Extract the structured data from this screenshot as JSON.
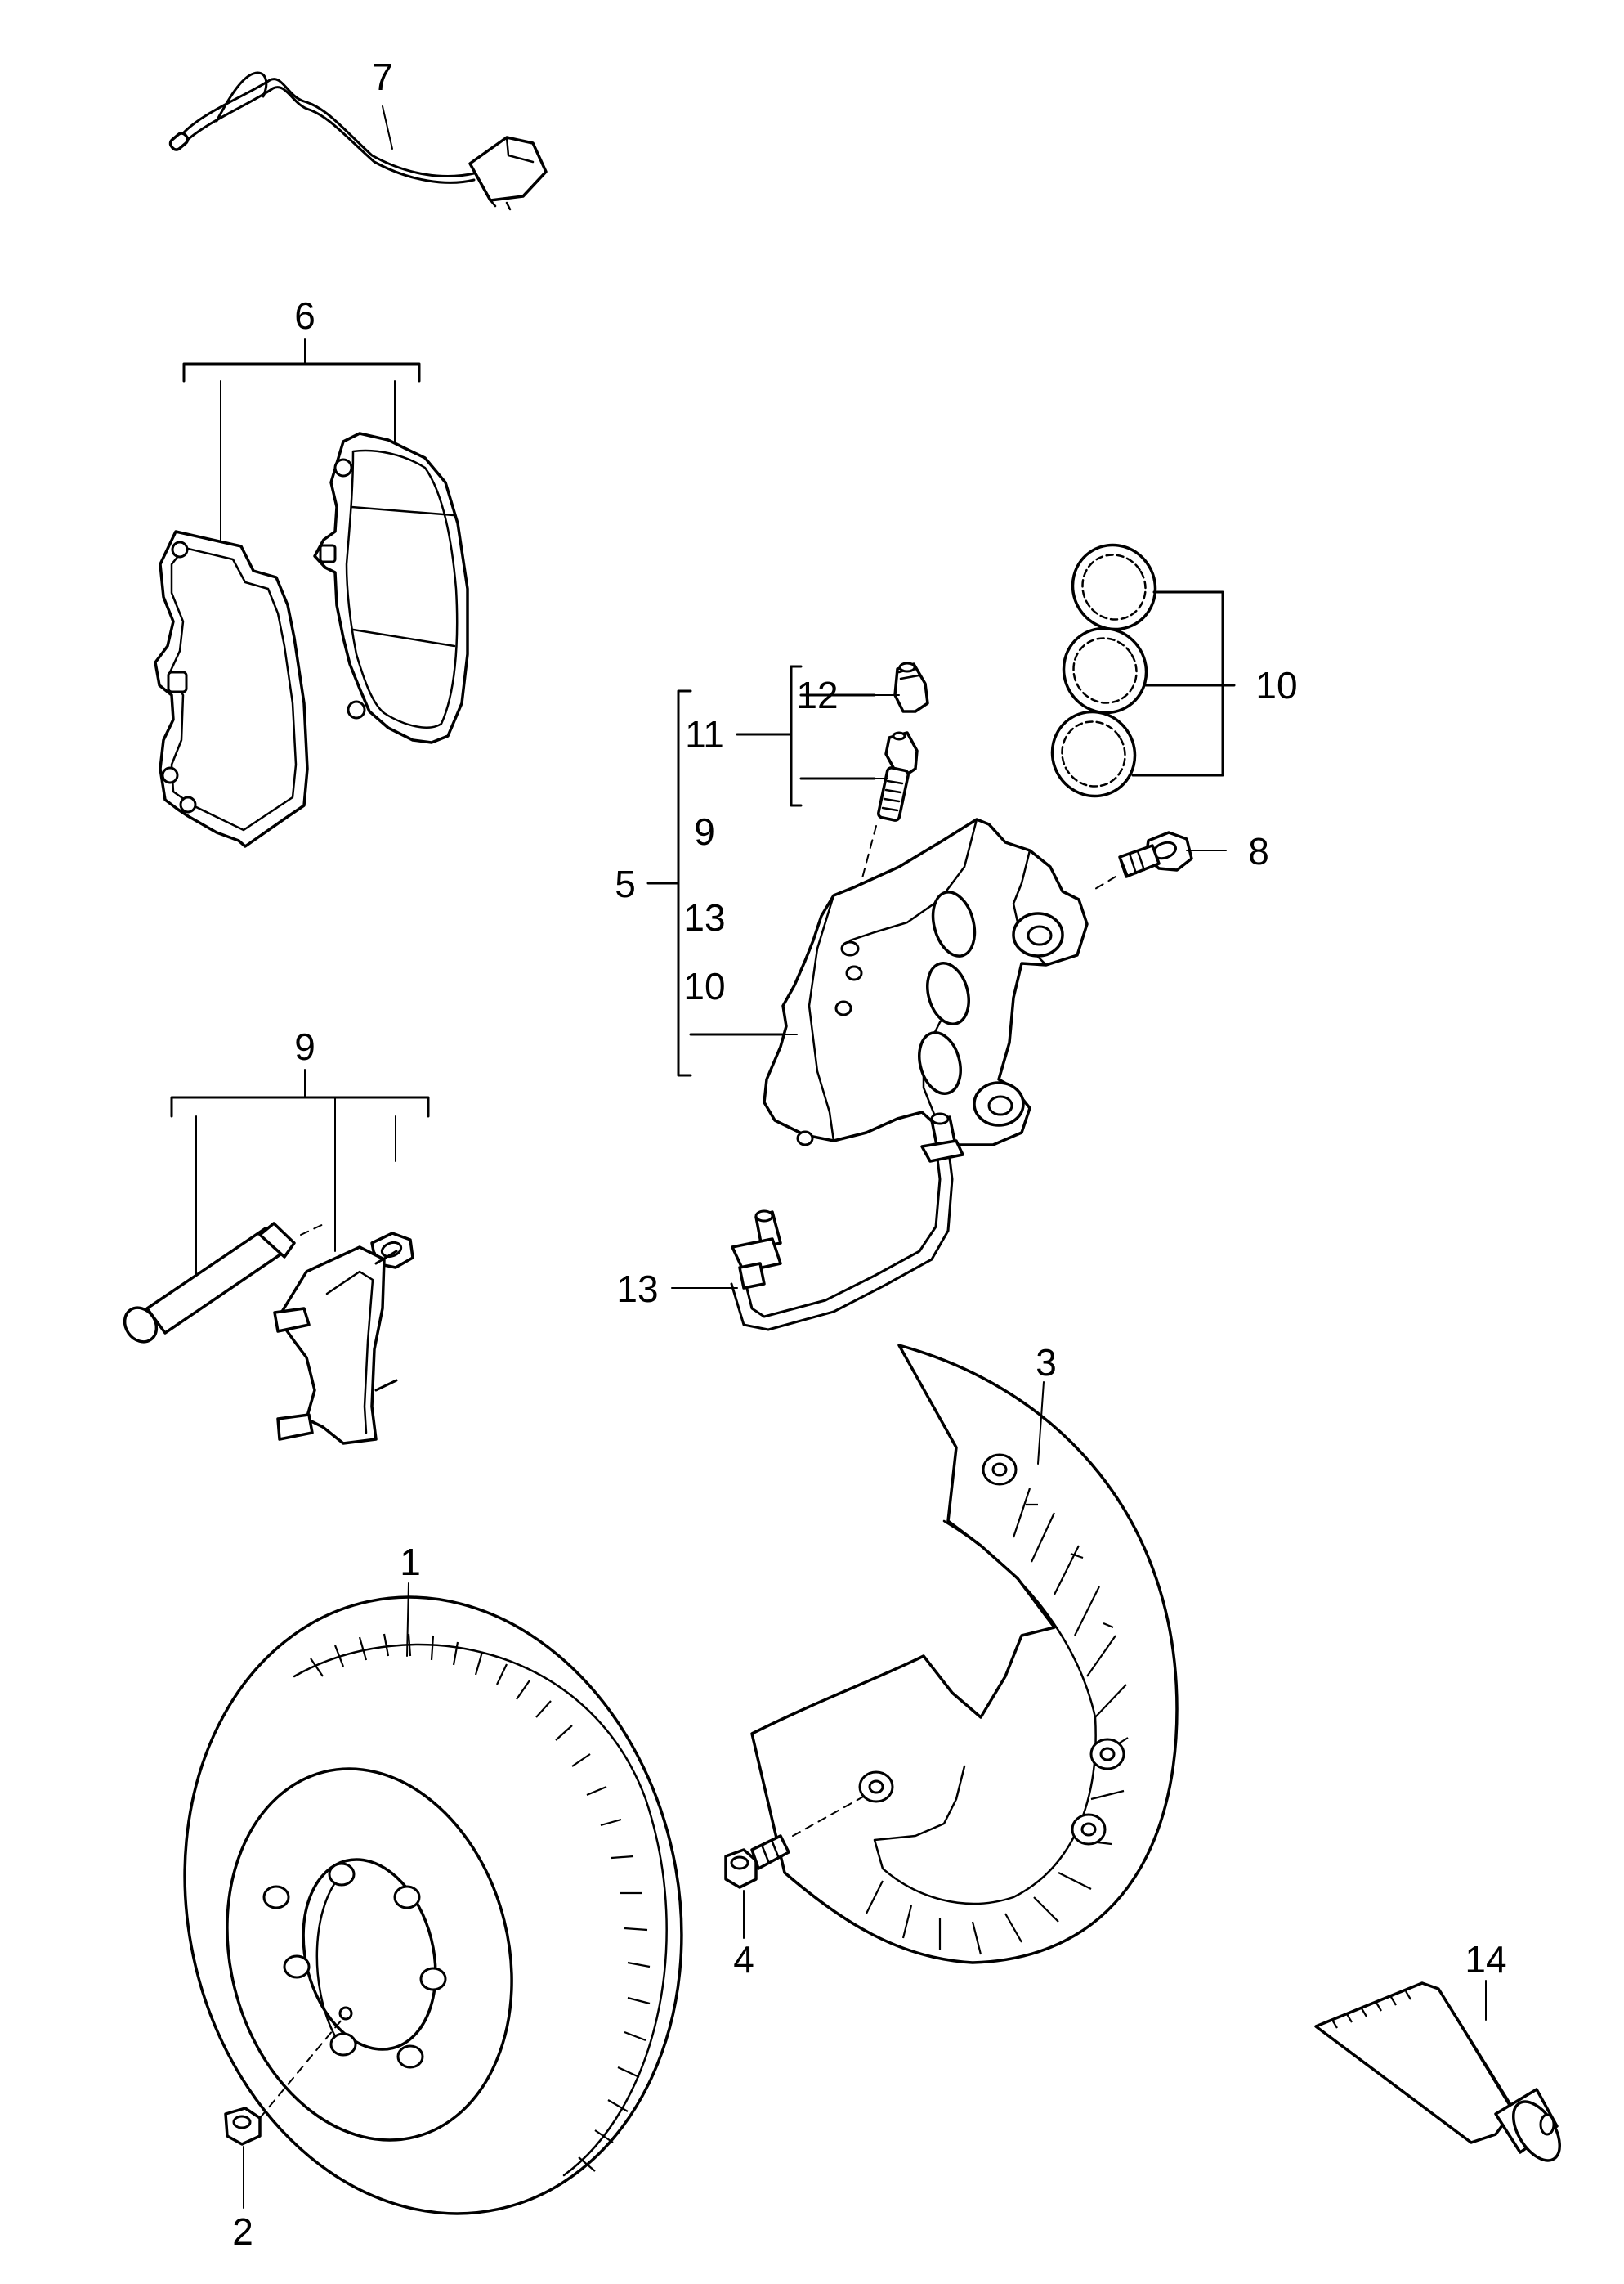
{
  "diagram": {
    "part_numbers": {
      "p1": "1",
      "p2": "2",
      "p3": "3",
      "p4": "4",
      "p5": "5",
      "p6": "6",
      "p7": "7",
      "p8": "8",
      "p9_group": "9",
      "p10_rings": "10",
      "p11": "11",
      "p12": "12",
      "p13_line": "13",
      "p14": "14"
    },
    "caliper_contents": [
      "11",
      "9",
      "13",
      "10"
    ]
  }
}
